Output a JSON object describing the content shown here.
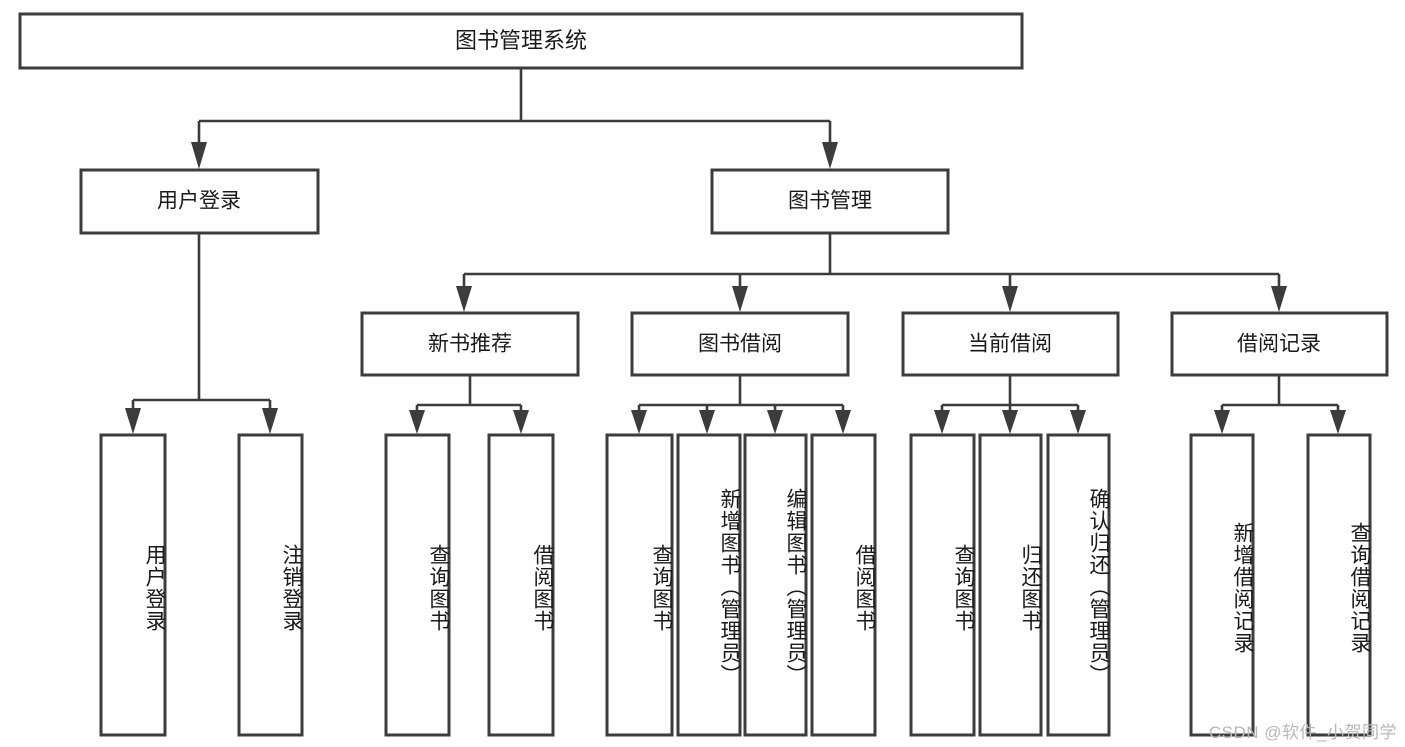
{
  "diagram": {
    "type": "tree",
    "title": "图书管理系统",
    "watermark": "CSDN @软件_小贺同学",
    "colors": {
      "box_stroke": "#3c3c3c",
      "box_fill": "#ffffff",
      "text": "#1a1a1a",
      "connector": "#3c3c3c",
      "watermark": "#b8b8b8",
      "background": "#ffffff"
    },
    "levels": 3,
    "root": {
      "label": "图书管理系统"
    },
    "level2": [
      {
        "label": "用户登录"
      },
      {
        "label": "图书管理"
      }
    ],
    "level3": [
      {
        "label": "新书推荐"
      },
      {
        "label": "图书借阅"
      },
      {
        "label": "当前借阅"
      },
      {
        "label": "借阅记录"
      }
    ],
    "leaves": {
      "user_login": [
        {
          "label": "用户登录"
        },
        {
          "label": "注销登录"
        }
      ],
      "new_book_recommend": [
        {
          "label": "查询图书"
        },
        {
          "label": "借阅图书"
        }
      ],
      "book_borrow": [
        {
          "label": "查询图书"
        },
        {
          "label": "新增图书（管理员）"
        },
        {
          "label": "编辑图书（管理员）"
        },
        {
          "label": "借阅图书"
        }
      ],
      "current_borrow": [
        {
          "label": "查询图书"
        },
        {
          "label": "归还图书"
        },
        {
          "label": "确认归还（管理员）"
        }
      ],
      "borrow_record": [
        {
          "label": "新增借阅记录"
        },
        {
          "label": "查询借阅记录"
        }
      ]
    },
    "edges": [
      {
        "from": "图书管理系统",
        "to": "用户登录"
      },
      {
        "from": "图书管理系统",
        "to": "图书管理"
      },
      {
        "from": "用户登录",
        "to": "用户登录"
      },
      {
        "from": "用户登录",
        "to": "注销登录"
      },
      {
        "from": "图书管理",
        "to": "新书推荐"
      },
      {
        "from": "图书管理",
        "to": "图书借阅"
      },
      {
        "from": "图书管理",
        "to": "当前借阅"
      },
      {
        "from": "图书管理",
        "to": "借阅记录"
      },
      {
        "from": "新书推荐",
        "to": "查询图书"
      },
      {
        "from": "新书推荐",
        "to": "借阅图书"
      },
      {
        "from": "图书借阅",
        "to": "查询图书"
      },
      {
        "from": "图书借阅",
        "to": "新增图书（管理员）"
      },
      {
        "from": "图书借阅",
        "to": "编辑图书（管理员）"
      },
      {
        "from": "图书借阅",
        "to": "借阅图书"
      },
      {
        "from": "当前借阅",
        "to": "查询图书"
      },
      {
        "from": "当前借阅",
        "to": "归还图书"
      },
      {
        "from": "当前借阅",
        "to": "确认归还（管理员）"
      },
      {
        "from": "借阅记录",
        "to": "新增借阅记录"
      },
      {
        "from": "借阅记录",
        "to": "查询借阅记录"
      }
    ]
  }
}
